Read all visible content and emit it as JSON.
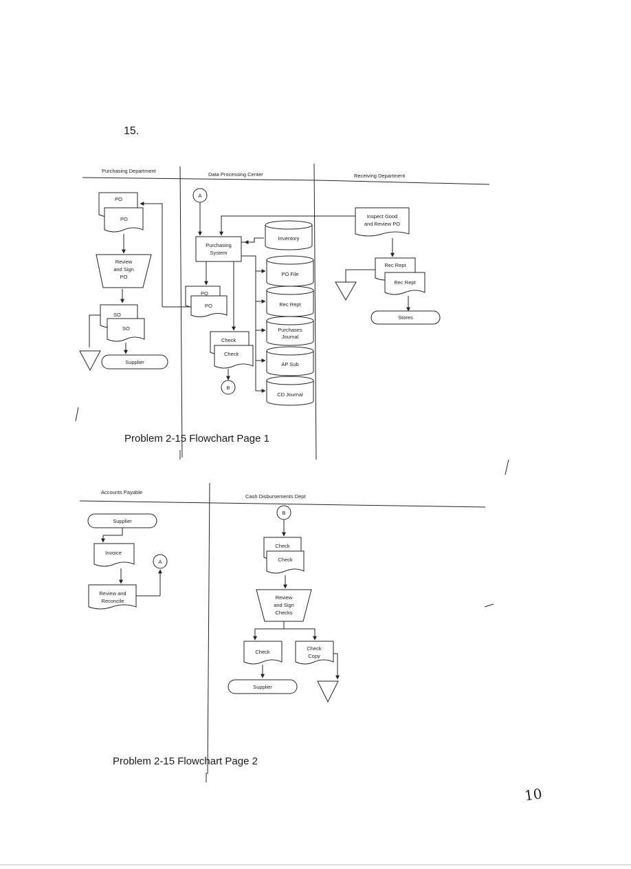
{
  "page": {
    "problem_number": "15.",
    "corner_mark": "10"
  },
  "flowchart1": {
    "caption": "Problem 2-15 Flowchart Page 1",
    "lanes": {
      "purchasing": "Purchasing Department",
      "data_processing": "Data Processing Center",
      "receiving": "Receiving Department"
    },
    "po_back": "PO",
    "po_front": "PO",
    "review_sign_po": [
      "Review",
      "and Sign",
      "PO"
    ],
    "so_back": "SO",
    "so_front": "SO",
    "supplier": "Supplier",
    "connector_a": "A",
    "purchasing_system": [
      "Purchasing",
      "System"
    ],
    "dp_po_back": "PO",
    "dp_po_front": "PO",
    "check_back": "Check",
    "check_front": "Check",
    "connector_b": "B",
    "inventory": "Inventory",
    "po_file": "PO File",
    "rec_rept_file": "Rec Rept",
    "purchases_journal": [
      "Purchases",
      "Journal"
    ],
    "ap_sub": "AP Sub",
    "cd_journal": "CD Journal",
    "inspect_good": [
      "Inspect Good",
      "and Review PO"
    ],
    "rec_rept_back": "Rec Rept",
    "rec_rept_front": "Rec Rept",
    "stores": "Stores"
  },
  "flowchart2": {
    "caption": "Problem 2-15 Flowchart Page 2",
    "lanes": {
      "accounts_payable": "Accounts Payable",
      "cash_disbursements": "Cash Disbursements Dept"
    },
    "supplier_top": "Supplier",
    "invoice": "Invoice",
    "connector_a": "A",
    "review_reconcile": [
      "Review and",
      "Reconcile"
    ],
    "connector_b": "B",
    "check_back": "Check",
    "check_front": "Check",
    "review_sign_checks": [
      "Review",
      "and Sign",
      "Checks"
    ],
    "check_out": "Check",
    "check_copy": [
      "Check",
      "Copy"
    ],
    "supplier_bottom": "Supplier"
  }
}
